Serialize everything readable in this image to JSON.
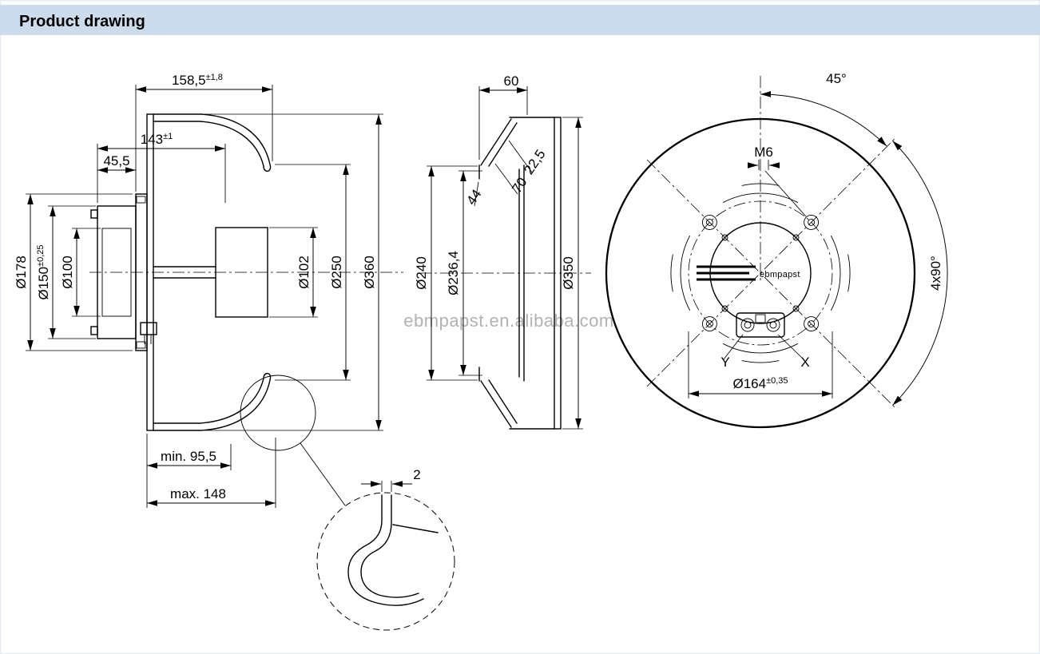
{
  "page": {
    "title": "Product drawing",
    "watermark": "ebmpapst.en.alibaba.com"
  },
  "colors": {
    "header_bg": "#ccdcec",
    "line": "#000000",
    "watermark": "#b2b2b2"
  },
  "side_view": {
    "depth_total": {
      "v": "158,5",
      "tol": "±1,8"
    },
    "depth_motor": {
      "v": "143",
      "tol": "±1"
    },
    "depth_flange": "45,5",
    "dia_flange": "Ø178",
    "dia_motor": {
      "v": "Ø150",
      "tol": "±0,25"
    },
    "dia_stator": "Ø100",
    "dia_hub": "Ø102",
    "dia_inlet": "Ø250",
    "dia_outer": "Ø360",
    "depth_min": "min. 95,5",
    "depth_max": "max. 148"
  },
  "impeller_view": {
    "depth_ring": "60",
    "angle_cone": "22,5",
    "len_cone": "70",
    "len_ring": "44",
    "dia_opening": "Ø240",
    "dia_cone": "Ø236,4",
    "dia_impeller": "Ø350"
  },
  "front_view": {
    "angle_holes": "45°",
    "thread": "M6",
    "hole_pattern": "4x90°",
    "bolt_circle": {
      "v": "Ø164",
      "tol": "±0,35"
    },
    "axis_x": "X",
    "axis_y": "Y",
    "logo": "ebmpapst"
  },
  "detail_view": {
    "thickness": "2"
  }
}
